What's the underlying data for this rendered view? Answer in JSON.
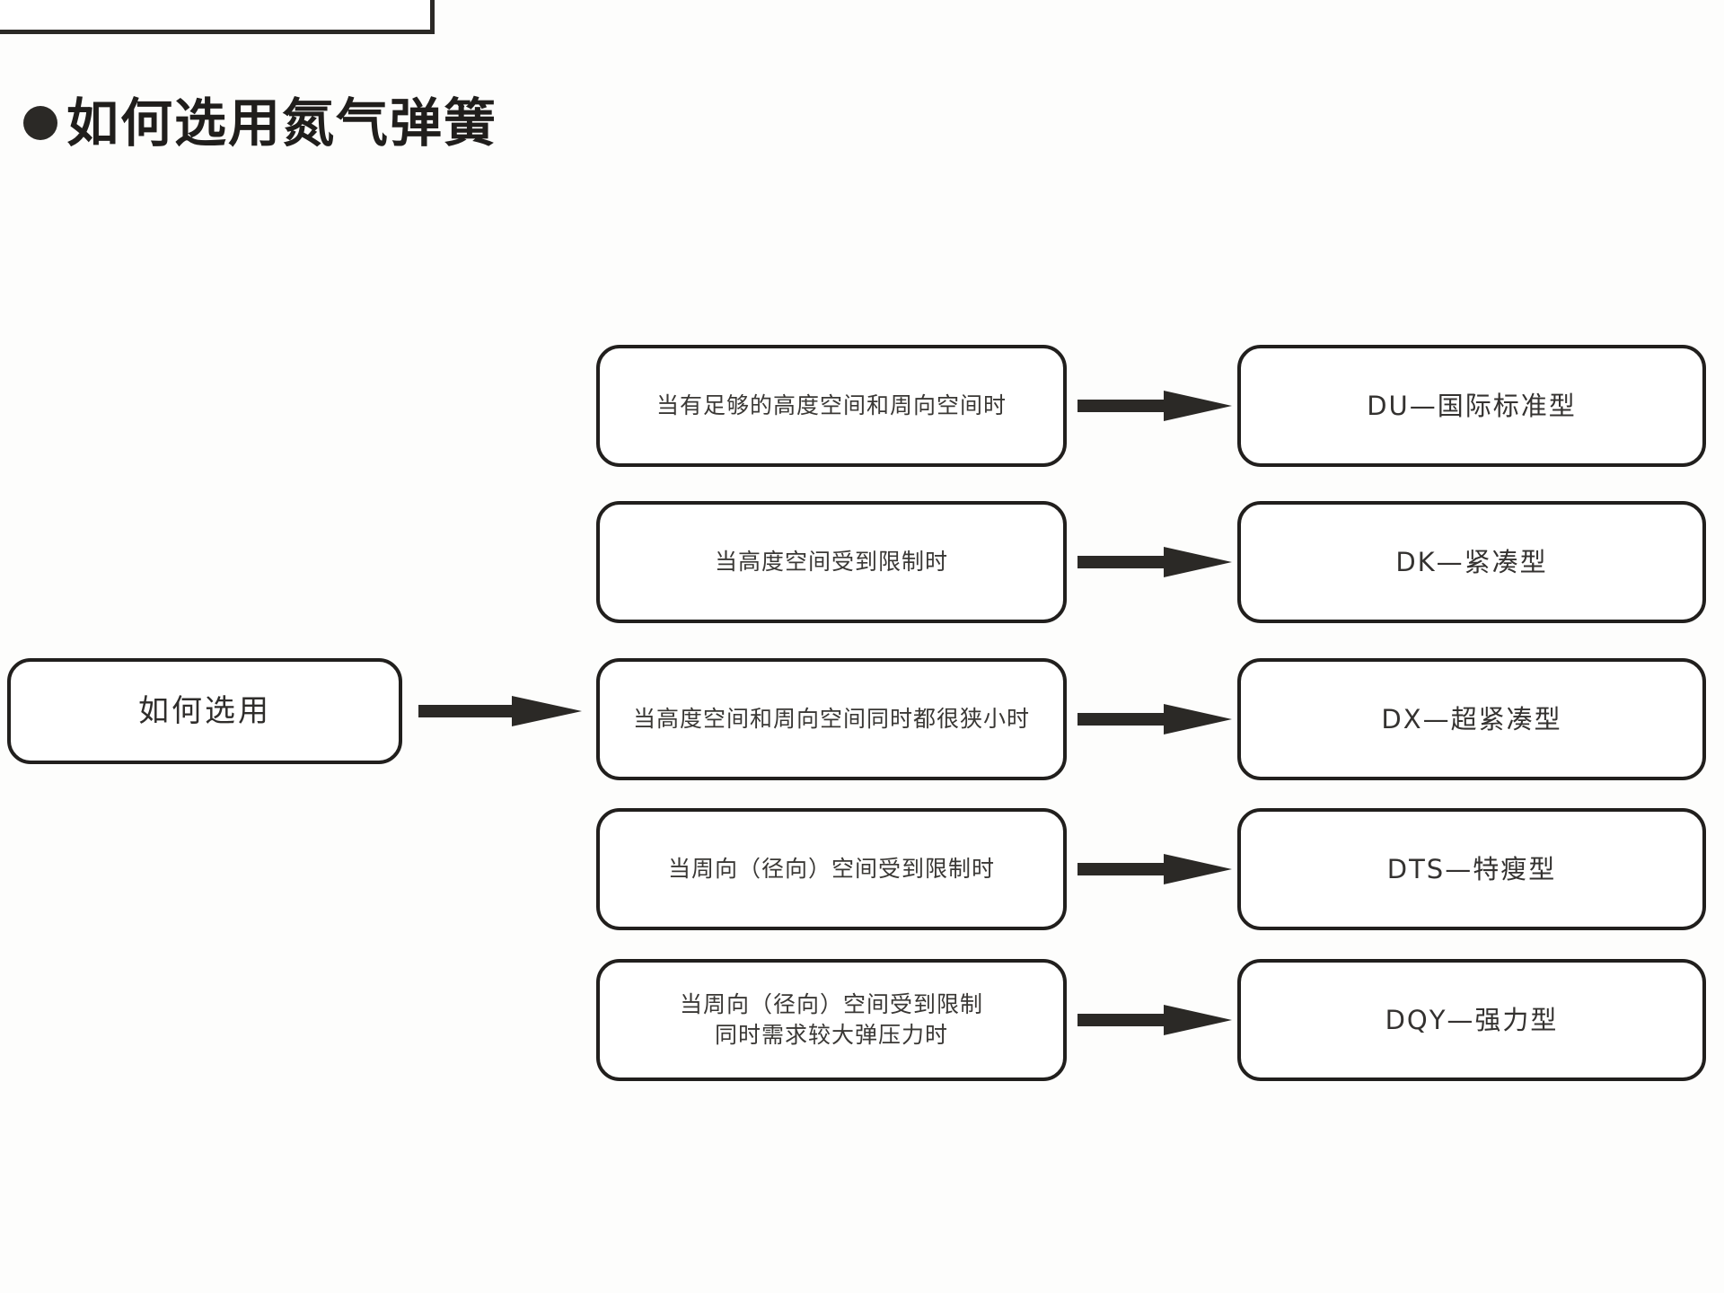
{
  "page": {
    "background_color": "#fdfdfc",
    "ink_color": "#211f1d"
  },
  "heading": {
    "bullet": "filled-circle-bullet",
    "text": "如何选用氮气弹簧"
  },
  "diagram": {
    "type": "flowchart",
    "root": {
      "label": "如何选用"
    },
    "rows": [
      {
        "condition": [
          "当有足够的高度空间和周向空间时"
        ],
        "result": "DU—国际标准型"
      },
      {
        "condition": [
          "当高度空间受到限制时"
        ],
        "result": "DK—紧凑型"
      },
      {
        "condition": [
          "当高度空间和周向空间同时都很狭小时"
        ],
        "result": "DX—超紧凑型"
      },
      {
        "condition": [
          "当周向（径向）空间受到限制时"
        ],
        "result": "DTS—特瘦型"
      },
      {
        "condition": [
          "当周向（径向）空间受到限制",
          "同时需求较大弹压力时"
        ],
        "result": "DQY—强力型"
      }
    ]
  }
}
